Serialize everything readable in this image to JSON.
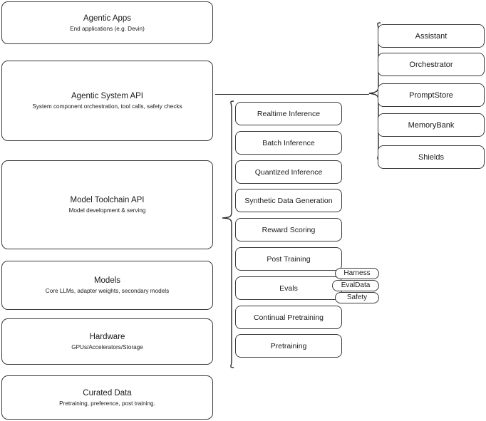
{
  "diagram": {
    "title": "Agentic stack layered architecture diagram",
    "stroke_color": "#3a3a3a",
    "text_color": "#1a1a1a",
    "background_color": "#ffffff"
  },
  "stack": {
    "layers": [
      {
        "title": "Agentic Apps",
        "subtitle": "End applications (e.g. Devin)"
      },
      {
        "title": "Agentic System API",
        "subtitle": "System component orchestration, tool calls, safety checks"
      },
      {
        "title": "Model Toolchain API",
        "subtitle": "Model development & serving"
      },
      {
        "title": "Models",
        "subtitle": "Core LLMs, adapter weights, secondary models"
      },
      {
        "title": "Hardware",
        "subtitle": "GPUs/Accelerators/Storage"
      },
      {
        "title": "Curated Data",
        "subtitle": "Pretraining, preference, post training."
      }
    ]
  },
  "toolchain": {
    "items": [
      {
        "label": "Realtime Inference"
      },
      {
        "label": "Batch Inference"
      },
      {
        "label": "Quantized Inference"
      },
      {
        "label": "Synthetic Data Generation"
      },
      {
        "label": "Reward Scoring"
      },
      {
        "label": "Post Training"
      },
      {
        "label": "Evals"
      },
      {
        "label": "Continual Pretraining"
      },
      {
        "label": "Pretraining"
      }
    ]
  },
  "eval_tags": {
    "items": [
      {
        "label": "Harness"
      },
      {
        "label": "EvalData"
      },
      {
        "label": "Safety"
      }
    ]
  },
  "system_components": {
    "items": [
      {
        "label": "Assistant"
      },
      {
        "label": "Orchestrator"
      },
      {
        "label": "PromptStore"
      },
      {
        "label": "MemoryBank"
      },
      {
        "label": "Shields"
      }
    ]
  }
}
